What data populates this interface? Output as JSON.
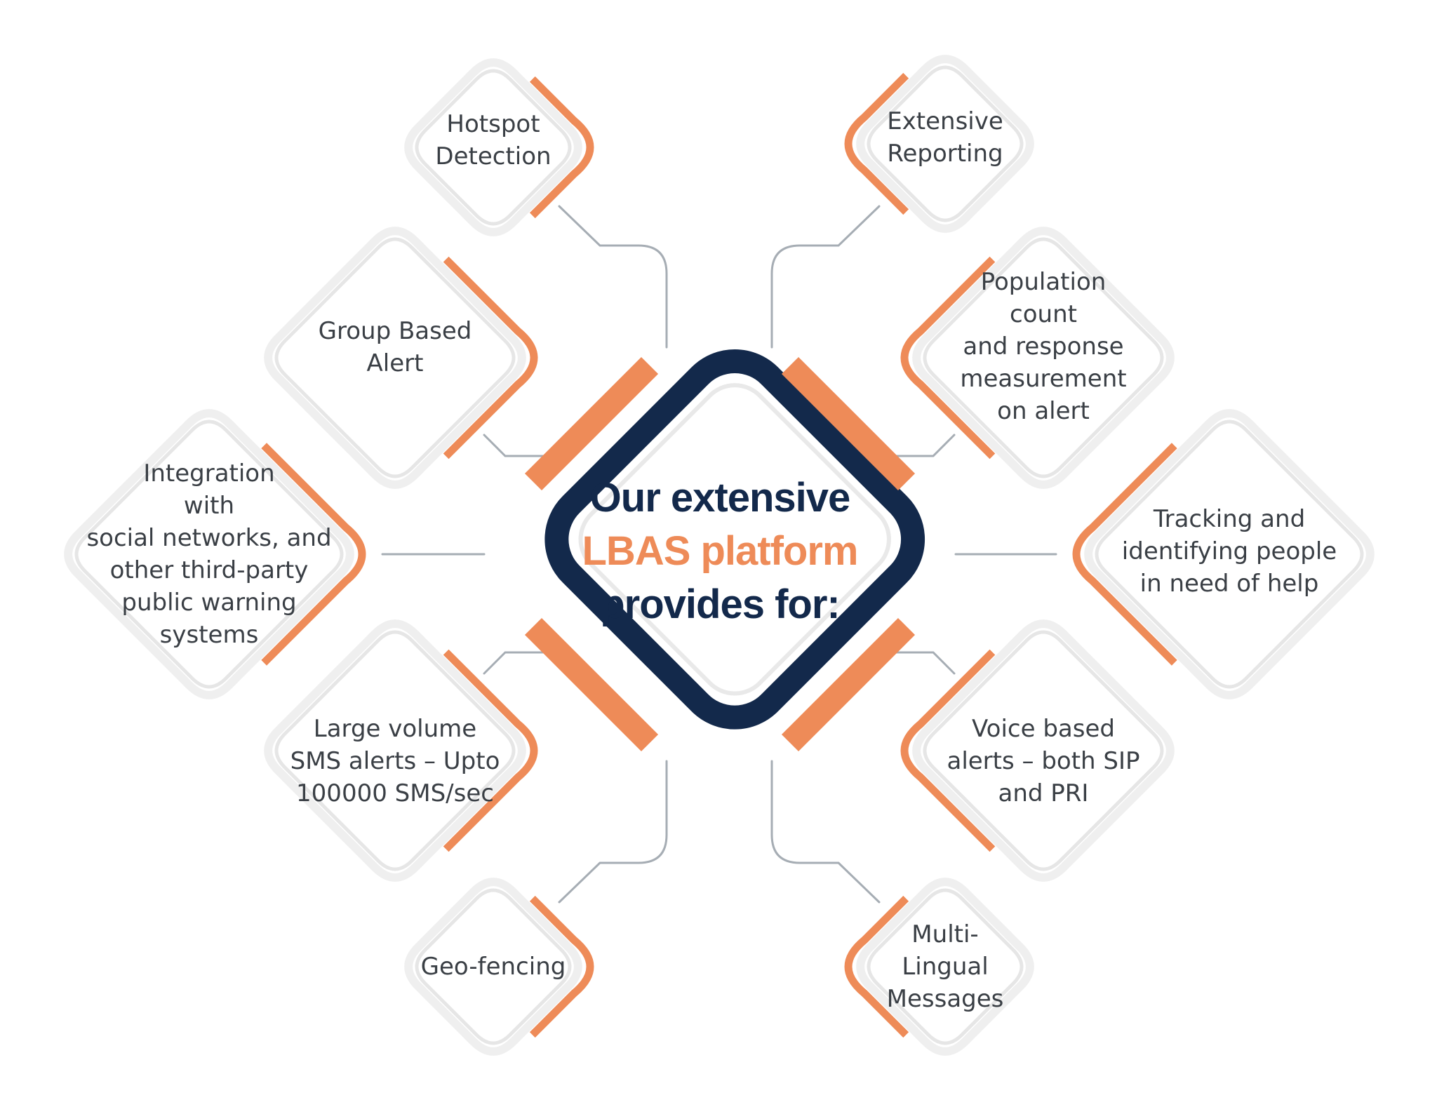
{
  "center": {
    "line1": "Our extensive",
    "line2": "LBAS platform",
    "line3": "provides for:"
  },
  "colors": {
    "navy": "#13294b",
    "orange": "#ee8b58",
    "connector": "#a6adb4",
    "tile_border": "#ececec",
    "text": "#3a3f45"
  },
  "features": [
    {
      "id": "hotspot",
      "lines": [
        "Hotspot",
        "Detection"
      ]
    },
    {
      "id": "extensive-reporting",
      "lines": [
        "Extensive",
        "Reporting"
      ]
    },
    {
      "id": "group-alert",
      "lines": [
        "Group Based",
        "Alert"
      ]
    },
    {
      "id": "population-count",
      "lines": [
        "Population",
        "count",
        "and response",
        "measurement",
        "on alert"
      ]
    },
    {
      "id": "integration",
      "lines": [
        "Integration",
        "with",
        "social networks, and",
        "other third-party",
        "public warning",
        "systems"
      ]
    },
    {
      "id": "tracking",
      "lines": [
        "Tracking and",
        "identifying people",
        "in need of help"
      ]
    },
    {
      "id": "sms-alerts",
      "lines": [
        "Large volume",
        "SMS alerts – Upto",
        "100000 SMS/sec"
      ]
    },
    {
      "id": "voice-alerts",
      "lines": [
        "Voice based",
        "alerts – both SIP",
        "and PRI"
      ]
    },
    {
      "id": "geo-fencing",
      "lines": [
        "Geo-fencing"
      ]
    },
    {
      "id": "multi-lingual",
      "lines": [
        "Multi-",
        "Lingual",
        "Messages"
      ]
    }
  ]
}
